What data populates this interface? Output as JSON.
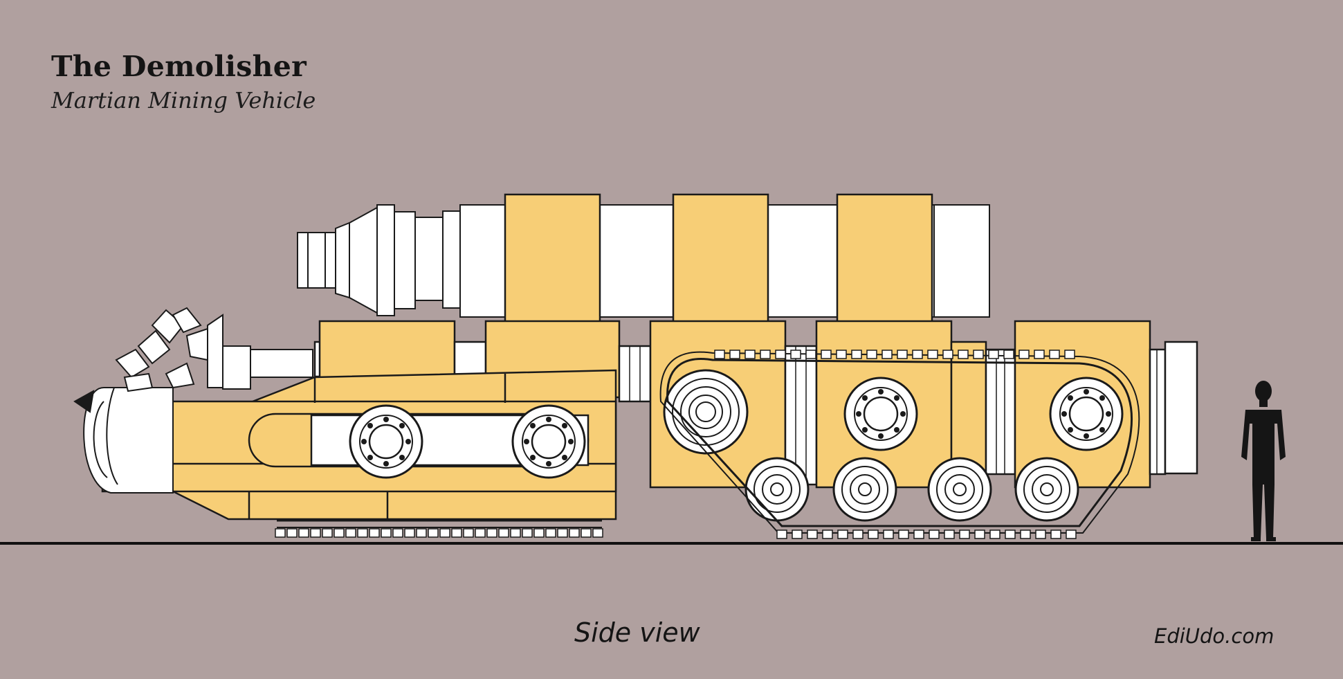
{
  "header": {
    "title": "The Demolisher",
    "subtitle": "Martian Mining Vehicle"
  },
  "footer": {
    "caption": "Side view",
    "credit": "EdiUdo.com"
  },
  "colors": {
    "background": "#b0a09f",
    "armor_yellow": "#f7ce76",
    "barrel_white": "#ffffff",
    "outline": "#1a1a1a",
    "ground": "#111111",
    "human_silhouette": "#151515"
  },
  "figure": {
    "subject": "vehicle side view with human scale silhouette",
    "icons": [
      "drill-head-icon",
      "cannon-barrel-icon",
      "track-wheel-icon",
      "human-silhouette-icon"
    ]
  }
}
